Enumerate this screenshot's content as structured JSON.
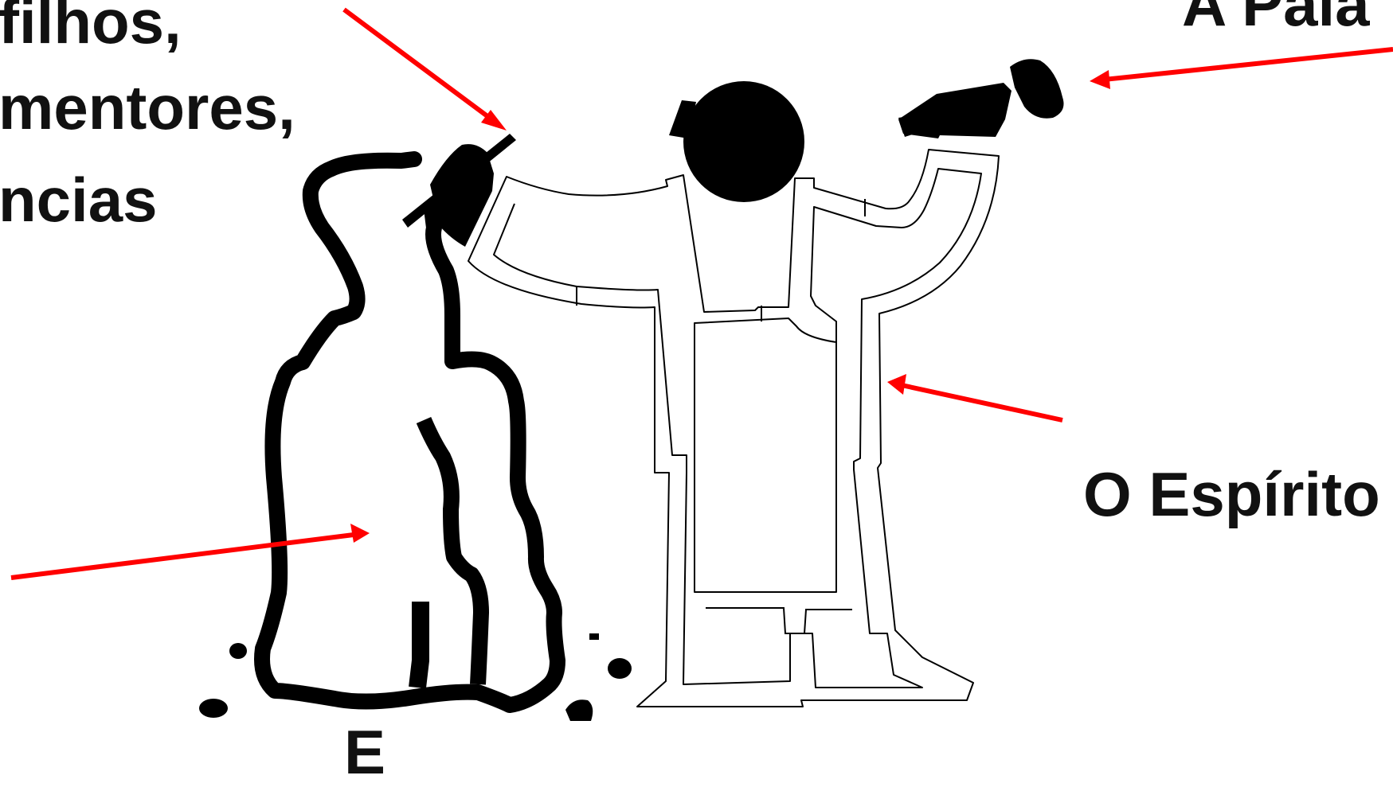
{
  "labels": {
    "left_line_1": "filhos,",
    "left_line_2": "mentores,",
    "left_line_3": "ncias",
    "top_right": "A Pala",
    "right": "O Espírito",
    "bottom": "E"
  },
  "colors": {
    "arrow": "#ff0000",
    "ink": "#000000",
    "background": "#ffffff"
  }
}
